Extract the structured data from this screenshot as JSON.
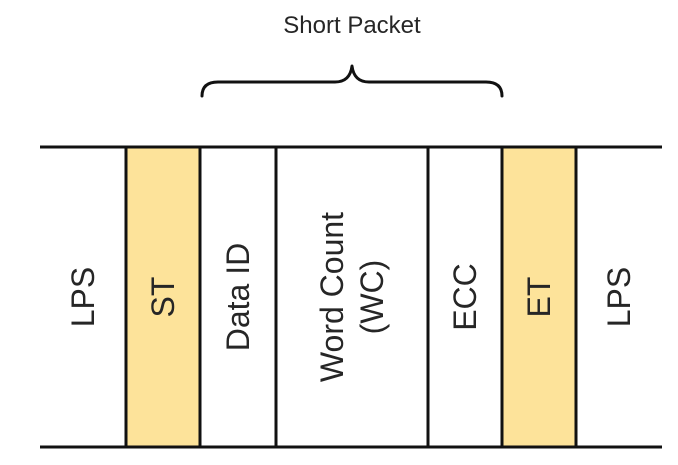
{
  "title": "Short Packet",
  "colors": {
    "highlight": "#fde39a",
    "line": "#111111",
    "text": "#262626",
    "background": "#ffffff"
  },
  "fields": [
    {
      "id": "lps-left",
      "label": "LPS",
      "highlighted": false
    },
    {
      "id": "st",
      "label": "ST",
      "highlighted": true
    },
    {
      "id": "data-id",
      "label": "Data ID",
      "highlighted": false
    },
    {
      "id": "word-count",
      "label": "Word Count\n(WC)",
      "highlighted": false
    },
    {
      "id": "ecc",
      "label": "ECC",
      "highlighted": false
    },
    {
      "id": "et",
      "label": "ET",
      "highlighted": true
    },
    {
      "id": "lps-right",
      "label": "LPS",
      "highlighted": false
    }
  ]
}
